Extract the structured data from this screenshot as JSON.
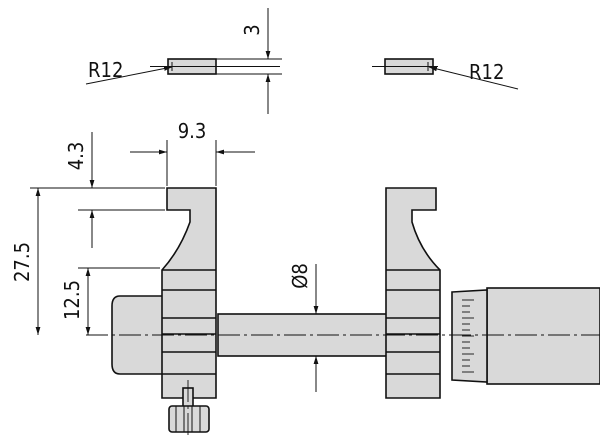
{
  "drawing": {
    "dimensions": {
      "jaw_tip_thickness": "3",
      "left_tip_radius": "R12",
      "right_tip_radius": "R12",
      "jaw_width": "9.3",
      "jaw_tip_height": "4.3",
      "jaw_total_height": "27.5",
      "jaw_lower_height": "12.5",
      "rod_diameter": "Ø8"
    }
  }
}
